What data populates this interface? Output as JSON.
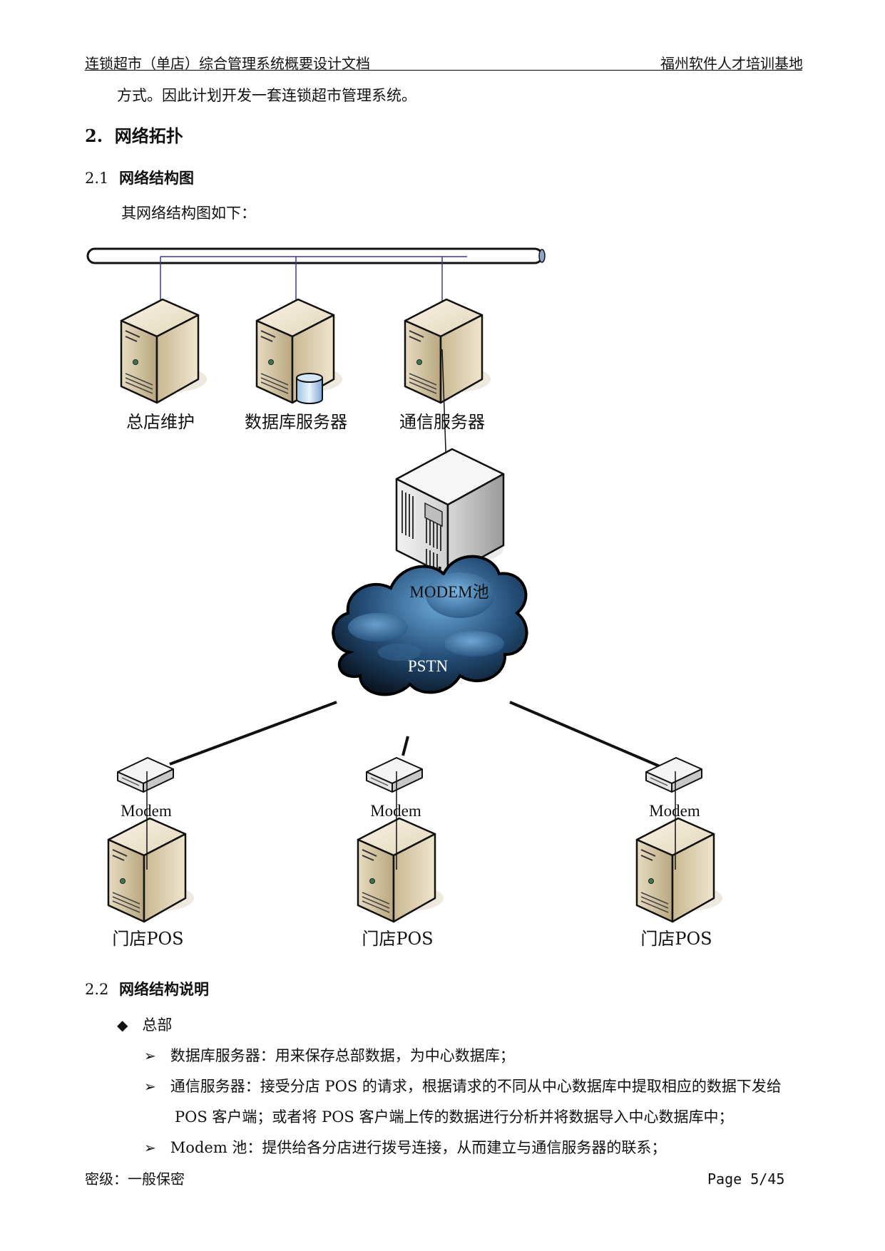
{
  "header": {
    "left": "连锁超市（单店）综合管理系统概要设计文档",
    "right": "福州软件人才培训基地"
  },
  "intro_line": "方式。因此计划开发一套连锁超市管理系统。",
  "section2": {
    "number": "2.",
    "title": "网络拓扑"
  },
  "section2_1": {
    "number": "2.1",
    "title": "网络结构图",
    "text": "其网络结构图如下："
  },
  "diagram": {
    "servers": [
      "总店维护",
      "数据库服务器",
      "通信服务器"
    ],
    "modem_pool": "MODEM池",
    "cloud": "PSTN",
    "modem_label": "Modem",
    "stores": [
      "门店POS",
      "门店POS",
      "门店POS"
    ]
  },
  "section2_2": {
    "number": "2.2",
    "title": "网络结构说明",
    "group": "总部",
    "items": [
      "数据库服务器：用来保存总部数据，为中心数据库；",
      "通信服务器：接受分店 POS 的请求，根据请求的不同从中心数据库中提取相应的数据下发给",
      "POS 客户端；或者将 POS 客户端上传的数据进行分析并将数据导入中心数据库中；",
      "Modem 池：提供给各分店进行拨号连接，从而建立与通信服务器的联系；"
    ]
  },
  "footer": {
    "left": "密级：一般保密",
    "right": "Page 5/45"
  }
}
